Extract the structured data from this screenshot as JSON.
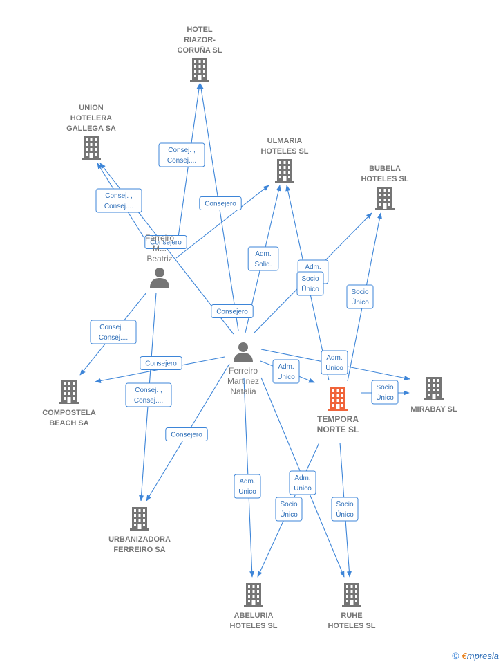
{
  "colors": {
    "edge": "#3d85d8",
    "company": "#757575",
    "focus_company": "#f0643a",
    "person": "#757575"
  },
  "nodes": [
    {
      "id": "hotel_riazor",
      "type": "company",
      "lines": [
        "HOTEL",
        "RIAZOR-",
        "CORUÑA SL"
      ]
    },
    {
      "id": "union_hotelera",
      "type": "company",
      "lines": [
        "UNION",
        "HOTELERA",
        "GALLEGA SA"
      ]
    },
    {
      "id": "ulmaria",
      "type": "company",
      "lines": [
        "ULMARIA",
        "HOTELES  SL"
      ]
    },
    {
      "id": "bubela",
      "type": "company",
      "lines": [
        "BUBELA",
        "HOTELES  SL"
      ]
    },
    {
      "id": "beatriz",
      "type": "person",
      "lines": [
        "Ferreiro",
        "M...",
        "Beatriz"
      ]
    },
    {
      "id": "natalia",
      "type": "person",
      "lines": [
        "Ferreiro",
        "Martinez",
        "Natalia"
      ]
    },
    {
      "id": "compostela",
      "type": "company",
      "lines": [
        "COMPOSTELA",
        "BEACH SA"
      ]
    },
    {
      "id": "temporal",
      "type": "company_focus",
      "lines": [
        "TEMPORA",
        "NORTE  SL"
      ]
    },
    {
      "id": "mirabay",
      "type": "company",
      "lines": [
        "MIRABAY  SL"
      ]
    },
    {
      "id": "urbanizadora",
      "type": "company",
      "lines": [
        "URBANIZADORA",
        "FERREIRO SA"
      ]
    },
    {
      "id": "abeluria",
      "type": "company",
      "lines": [
        "ABELURIA",
        "HOTELES  SL"
      ]
    },
    {
      "id": "ruhe",
      "type": "company",
      "lines": [
        "RUHE",
        "HOTELES SL"
      ]
    }
  ],
  "edges": [
    {
      "from": "beatriz",
      "to": "hotel_riazor",
      "label": [
        "Consej. ,",
        "Consej...."
      ]
    },
    {
      "from": "beatriz",
      "to": "union_hotelera",
      "label": [
        "Consej. ,",
        "Consej...."
      ]
    },
    {
      "from": "beatriz",
      "to": "ulmaria",
      "label": [
        "Consejero"
      ]
    },
    {
      "from": "beatriz",
      "to": "compostela",
      "label": [
        "Consej. ,",
        "Consej...."
      ]
    },
    {
      "from": "beatriz",
      "to": "urbanizadora",
      "label": [
        "Consej. ,",
        "Consej...."
      ]
    },
    {
      "from": "natalia",
      "to": "hotel_riazor",
      "label": [
        "Consejero"
      ]
    },
    {
      "from": "natalia",
      "to": "union_hotelera",
      "label": [
        "Consejero"
      ]
    },
    {
      "from": "natalia",
      "to": "ulmaria",
      "label": [
        "Adm.",
        "Solid."
      ]
    },
    {
      "from": "natalia",
      "to": "bubela",
      "label": [
        "Adm.",
        "Solid."
      ]
    },
    {
      "from": "natalia",
      "to": "compostela",
      "label": [
        "Consejero"
      ]
    },
    {
      "from": "natalia",
      "to": "temporal",
      "label": [
        "Adm.",
        "Unico"
      ]
    },
    {
      "from": "natalia",
      "to": "mirabay",
      "label": [
        "Adm.",
        "Unico"
      ]
    },
    {
      "from": "natalia",
      "to": "urbanizadora",
      "label": [
        "Consejero"
      ]
    },
    {
      "from": "natalia",
      "to": "abeluria",
      "label": [
        "Adm.",
        "Unico"
      ]
    },
    {
      "from": "natalia",
      "to": "ruhe",
      "label": [
        "Adm.",
        "Unico"
      ]
    },
    {
      "from": "temporal",
      "to": "ulmaria",
      "label": [
        "Socio",
        "Único"
      ]
    },
    {
      "from": "temporal",
      "to": "bubela",
      "label": [
        "Socio",
        "Único"
      ]
    },
    {
      "from": "temporal",
      "to": "mirabay",
      "label": [
        "Socio",
        "Único"
      ]
    },
    {
      "from": "temporal",
      "to": "abeluria",
      "label": [
        "Socio",
        "Único"
      ]
    },
    {
      "from": "temporal",
      "to": "ruhe",
      "label": [
        "Socio",
        "Único"
      ]
    }
  ],
  "brand": {
    "copyright": "©",
    "initial": "€",
    "name": "mpresia"
  }
}
